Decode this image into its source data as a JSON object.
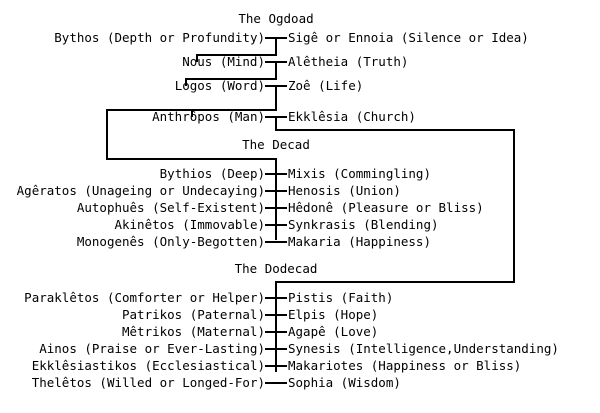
{
  "diagram": {
    "title": "Valentinian Gnostic Aeons Emanation Chart",
    "line_color": "#000000",
    "text_color": "#000000",
    "background": "#ffffff"
  },
  "sections": [
    {
      "id": "ogdoad",
      "heading": "The Ogdoad",
      "pairs": [
        {
          "left": "Bythos (Depth or Profundity)",
          "right": "Sigê or Ennoia (Silence or Idea)"
        },
        {
          "left": "Nous (Mind)",
          "right": "Alêtheia (Truth)"
        },
        {
          "left": "Logos (Word)",
          "right": "Zoê (Life)"
        },
        {
          "left": "Anthrôpos (Man)",
          "right": "Ekklêsia (Church)"
        }
      ]
    },
    {
      "id": "decad",
      "heading": "The Decad",
      "pairs": [
        {
          "left": "Bythios (Deep)",
          "right": "Mixis (Commingling)"
        },
        {
          "left": "Agêratos (Unageing or Undecaying)",
          "right": "Henosis (Union)"
        },
        {
          "left": "Autophuês (Self-Existent)",
          "right": "Hêdonê (Pleasure or Bliss)"
        },
        {
          "left": "Akinêtos (Immovable)",
          "right": "Synkrasis (Blending)"
        },
        {
          "left": "Monogenês (Only-Begotten)",
          "right": "Makaria (Happiness)"
        }
      ]
    },
    {
      "id": "dodecad",
      "heading": "The Dodecad",
      "pairs": [
        {
          "left": "Paraklêtos (Comforter or Helper)",
          "right": "Pistis (Faith)"
        },
        {
          "left": "Patrikos (Paternal)",
          "right": "Elpis (Hope)"
        },
        {
          "left": "Mêtrikos (Maternal)",
          "right": "Agapê (Love)"
        },
        {
          "left": "Ainos (Praise or Ever-Lasting)",
          "right": "Synesis (Intelligence,Understanding)"
        },
        {
          "left": "Ekklêsiastikos (Ecclesiastical)",
          "right": "Makariotes (Happiness or Bliss)"
        },
        {
          "left": "Thelêtos (Willed or Longed-For)",
          "right": "Sophia (Wisdom)"
        }
      ]
    }
  ]
}
